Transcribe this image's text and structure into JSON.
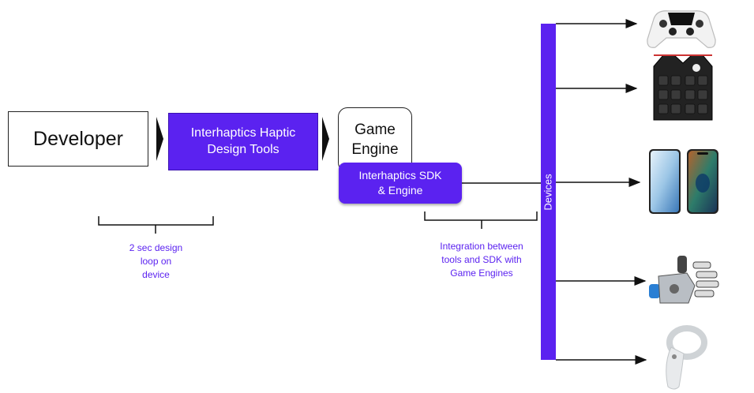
{
  "nodes": {
    "developer": "Developer",
    "design_tools": [
      "Interhaptics Haptic",
      "Design Tools"
    ],
    "game_engine": [
      "Game",
      "Engine"
    ],
    "sdk": [
      "Interhaptics SDK",
      "& Engine"
    ],
    "devices": "Devices"
  },
  "notes": {
    "design_loop": [
      "2 sec design",
      "loop on",
      "device"
    ],
    "integration": [
      "Integration between",
      "tools and SDK with",
      "Game Engines"
    ]
  },
  "device_icons": [
    "gamepad-icon",
    "haptic-vest-icon",
    "smartphones-icon",
    "haptic-glove-icon",
    "vr-controller-icon"
  ],
  "colors": {
    "accent": "#5b22f0",
    "text_dark": "#111111"
  }
}
